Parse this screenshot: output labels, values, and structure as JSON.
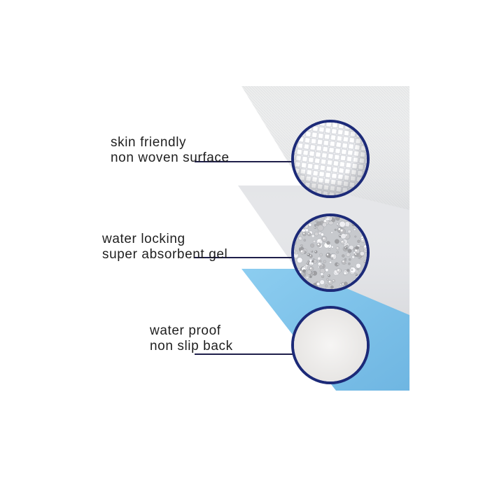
{
  "colors": {
    "ring": "#1c2a78",
    "top_sheet": "#e9eaec",
    "middle_sheet": "#e6e7e9",
    "backing": "#7fc3ea"
  },
  "layers": [
    {
      "line1": "skin friendly",
      "line2": "non woven surface",
      "swatch_icon": "grid-texture-icon"
    },
    {
      "line1": "water locking",
      "line2": "super absorbent gel",
      "swatch_icon": "gel-crystals-icon"
    },
    {
      "line1": "water proof",
      "line2": "non slip back",
      "swatch_icon": "smooth-film-icon"
    }
  ]
}
